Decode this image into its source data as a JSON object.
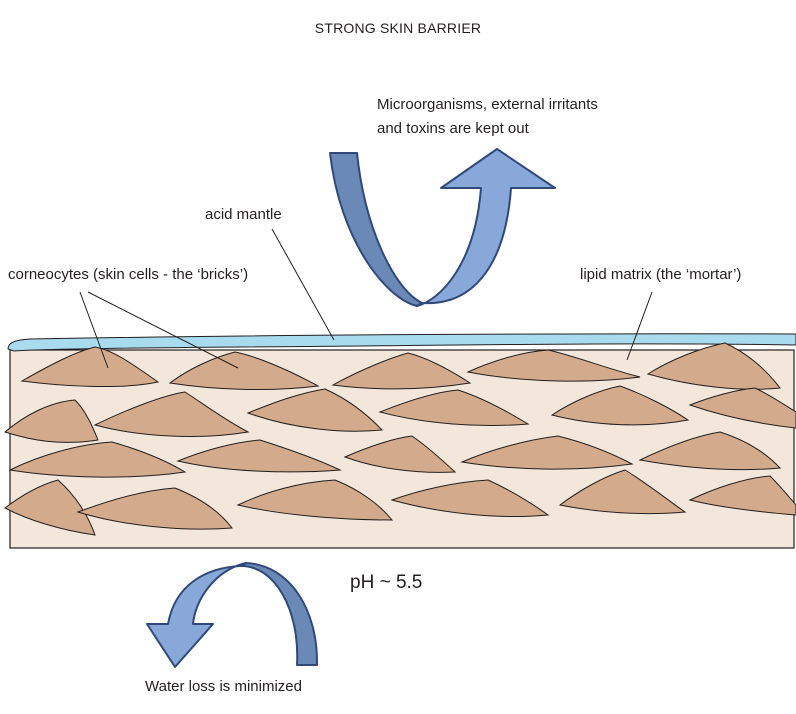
{
  "title": "STRONG SKIN BARRIER",
  "labels": {
    "microorganisms_line1": "Microorganisms, external irritants",
    "microorganisms_line2": "and toxins are kept out",
    "acid_mantle": "acid mantle",
    "corneocytes": "corneocytes (skin cells - the ‘bricks’)",
    "lipid_matrix": "lipid matrix (the ‘mortar’)",
    "ph": "pH ~ 5.5",
    "water_loss": "Water loss is minimized"
  },
  "colors": {
    "lipid_matrix": "#f3e6da",
    "corneocyte": "#d3ab8c",
    "acid_mantle": "#a9dbef",
    "arrow_front": "#89a8da",
    "arrow_back": "#6b89b7",
    "arrow_stroke": "#30497a",
    "outline": "#231f20"
  },
  "icons": {
    "deflect_arrow": "curved-arrow-up-icon",
    "retain_arrow": "curved-arrow-down-icon"
  }
}
